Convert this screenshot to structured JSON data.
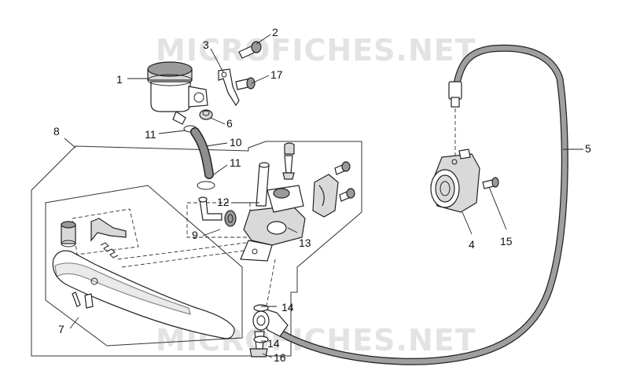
{
  "watermark": {
    "text": "MICROFICHES.NET"
  },
  "callouts": {
    "c1": "1",
    "c2": "2",
    "c3": "3",
    "c4": "4",
    "c5": "5",
    "c6": "6",
    "c7": "7",
    "c8": "8",
    "c9": "9",
    "c10": "10",
    "c11a": "11",
    "c11b": "11",
    "c12": "12",
    "c13": "13",
    "c14a": "14",
    "c14b": "14",
    "c15": "15",
    "c16": "16",
    "c17": "17"
  }
}
